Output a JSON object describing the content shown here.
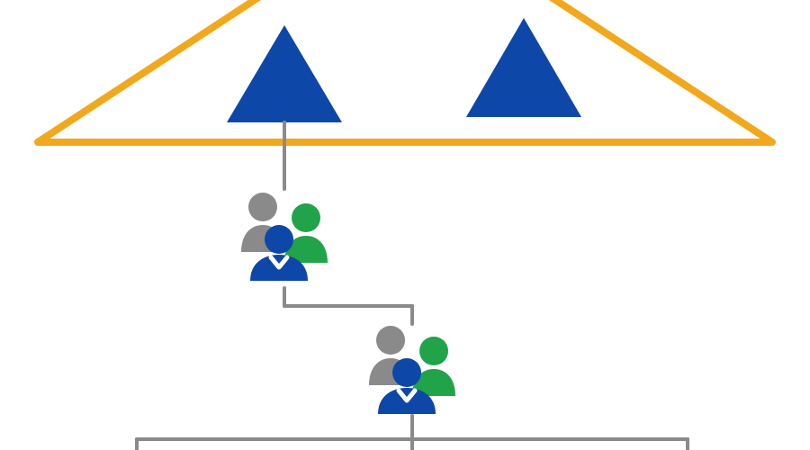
{
  "colors": {
    "background": "#ffffff",
    "frame_outline": "#f2a81d",
    "triangle_fill": "#0d47a8",
    "connector": "#8a8a8a",
    "person_gray": "#8a8a8a",
    "person_green": "#21a34a",
    "person_blue": "#0d47a8",
    "person_outline": "#ffffff"
  },
  "icons": {
    "frame": "large-outline-triangle",
    "shape": "filled-triangle",
    "group": "user-group-icon"
  },
  "diagram": {
    "large_triangle_count": 1,
    "inner_triangle_count": 2,
    "group_node_count": 2,
    "bottom_branch_count": 3
  }
}
